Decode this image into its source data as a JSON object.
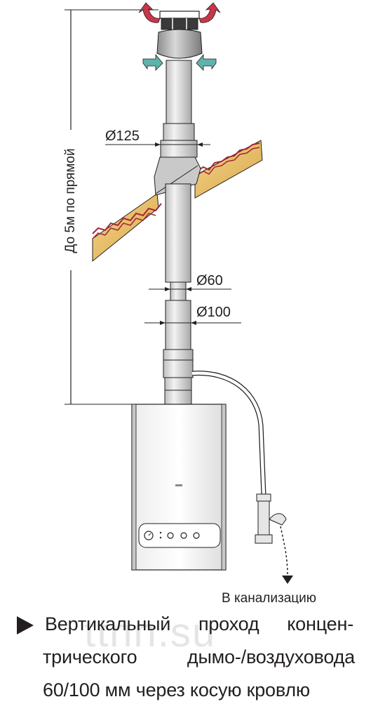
{
  "labels": {
    "height_dim": "До 5м по прямой",
    "diameter_outer_top": "Ø125",
    "diameter_inner": "Ø60",
    "diameter_outer": "Ø100",
    "drain": "В канализацию"
  },
  "caption": {
    "line1": "Вертикальный проход концен-",
    "line2": "трического дымо-/воздуховода",
    "line3": "60/100 мм через косую кровлю"
  },
  "watermark": "ttnn.su",
  "colors": {
    "exhaust_arrow": "#c8364a",
    "intake_arrow": "#5fb3ac",
    "roof_tile": "#e8c06a",
    "roof_edge": "#a3273a",
    "pipe_fill": "#d9d9d9",
    "outline": "#231f20"
  }
}
